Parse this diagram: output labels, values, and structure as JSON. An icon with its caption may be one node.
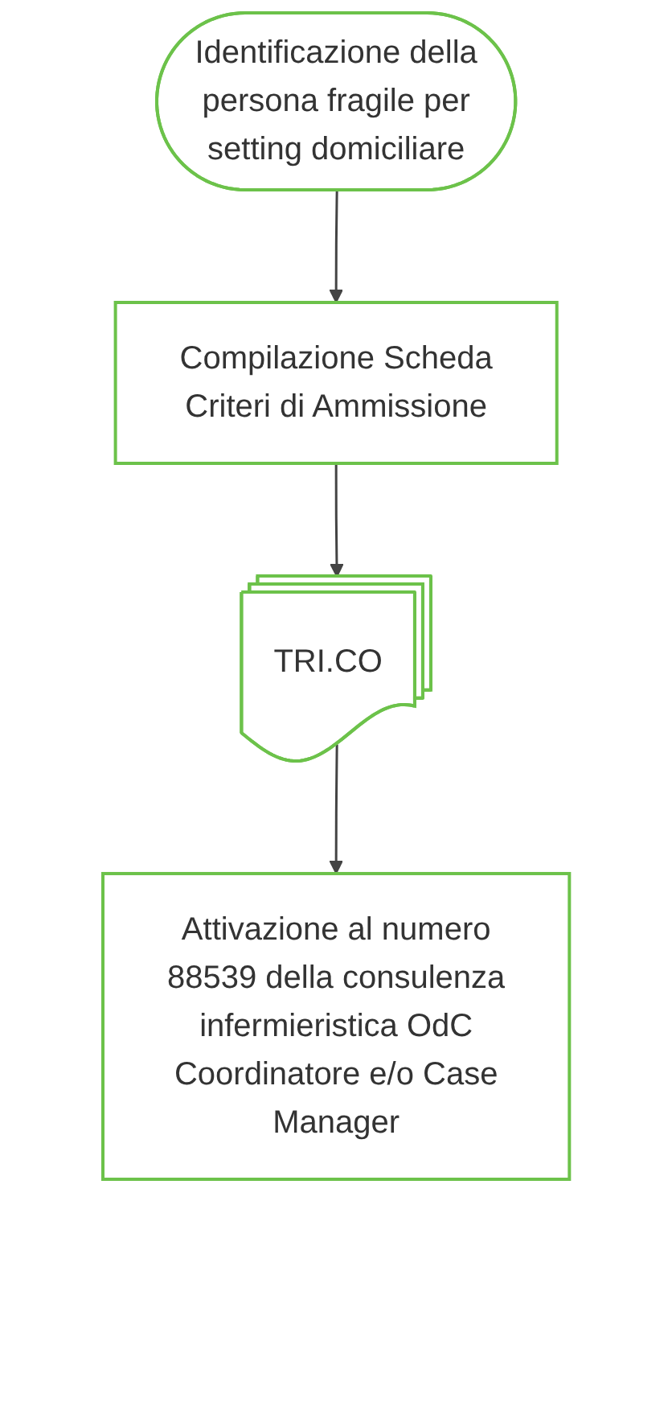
{
  "diagram": {
    "nodes": [
      {
        "text": [
          "Identificazione della persona fragile per setting domiciliare"
        ]
      },
      {
        "text": [
          "Compilazione Scheda Criteri di Ammissione"
        ]
      },
      {
        "text": [
          "TRI.CO"
        ]
      },
      {
        "text": [
          "Attivazione al numero 88539 della consulenza infermieristica OdC Coordinatore e/o Case Manager"
        ]
      }
    ],
    "edges": [
      {
        "from": 0,
        "to": 1,
        "arrow": "to"
      },
      {
        "from": 1,
        "to": 2,
        "arrow": "to"
      },
      {
        "from": 2,
        "to": 3,
        "arrow": "to"
      }
    ]
  }
}
